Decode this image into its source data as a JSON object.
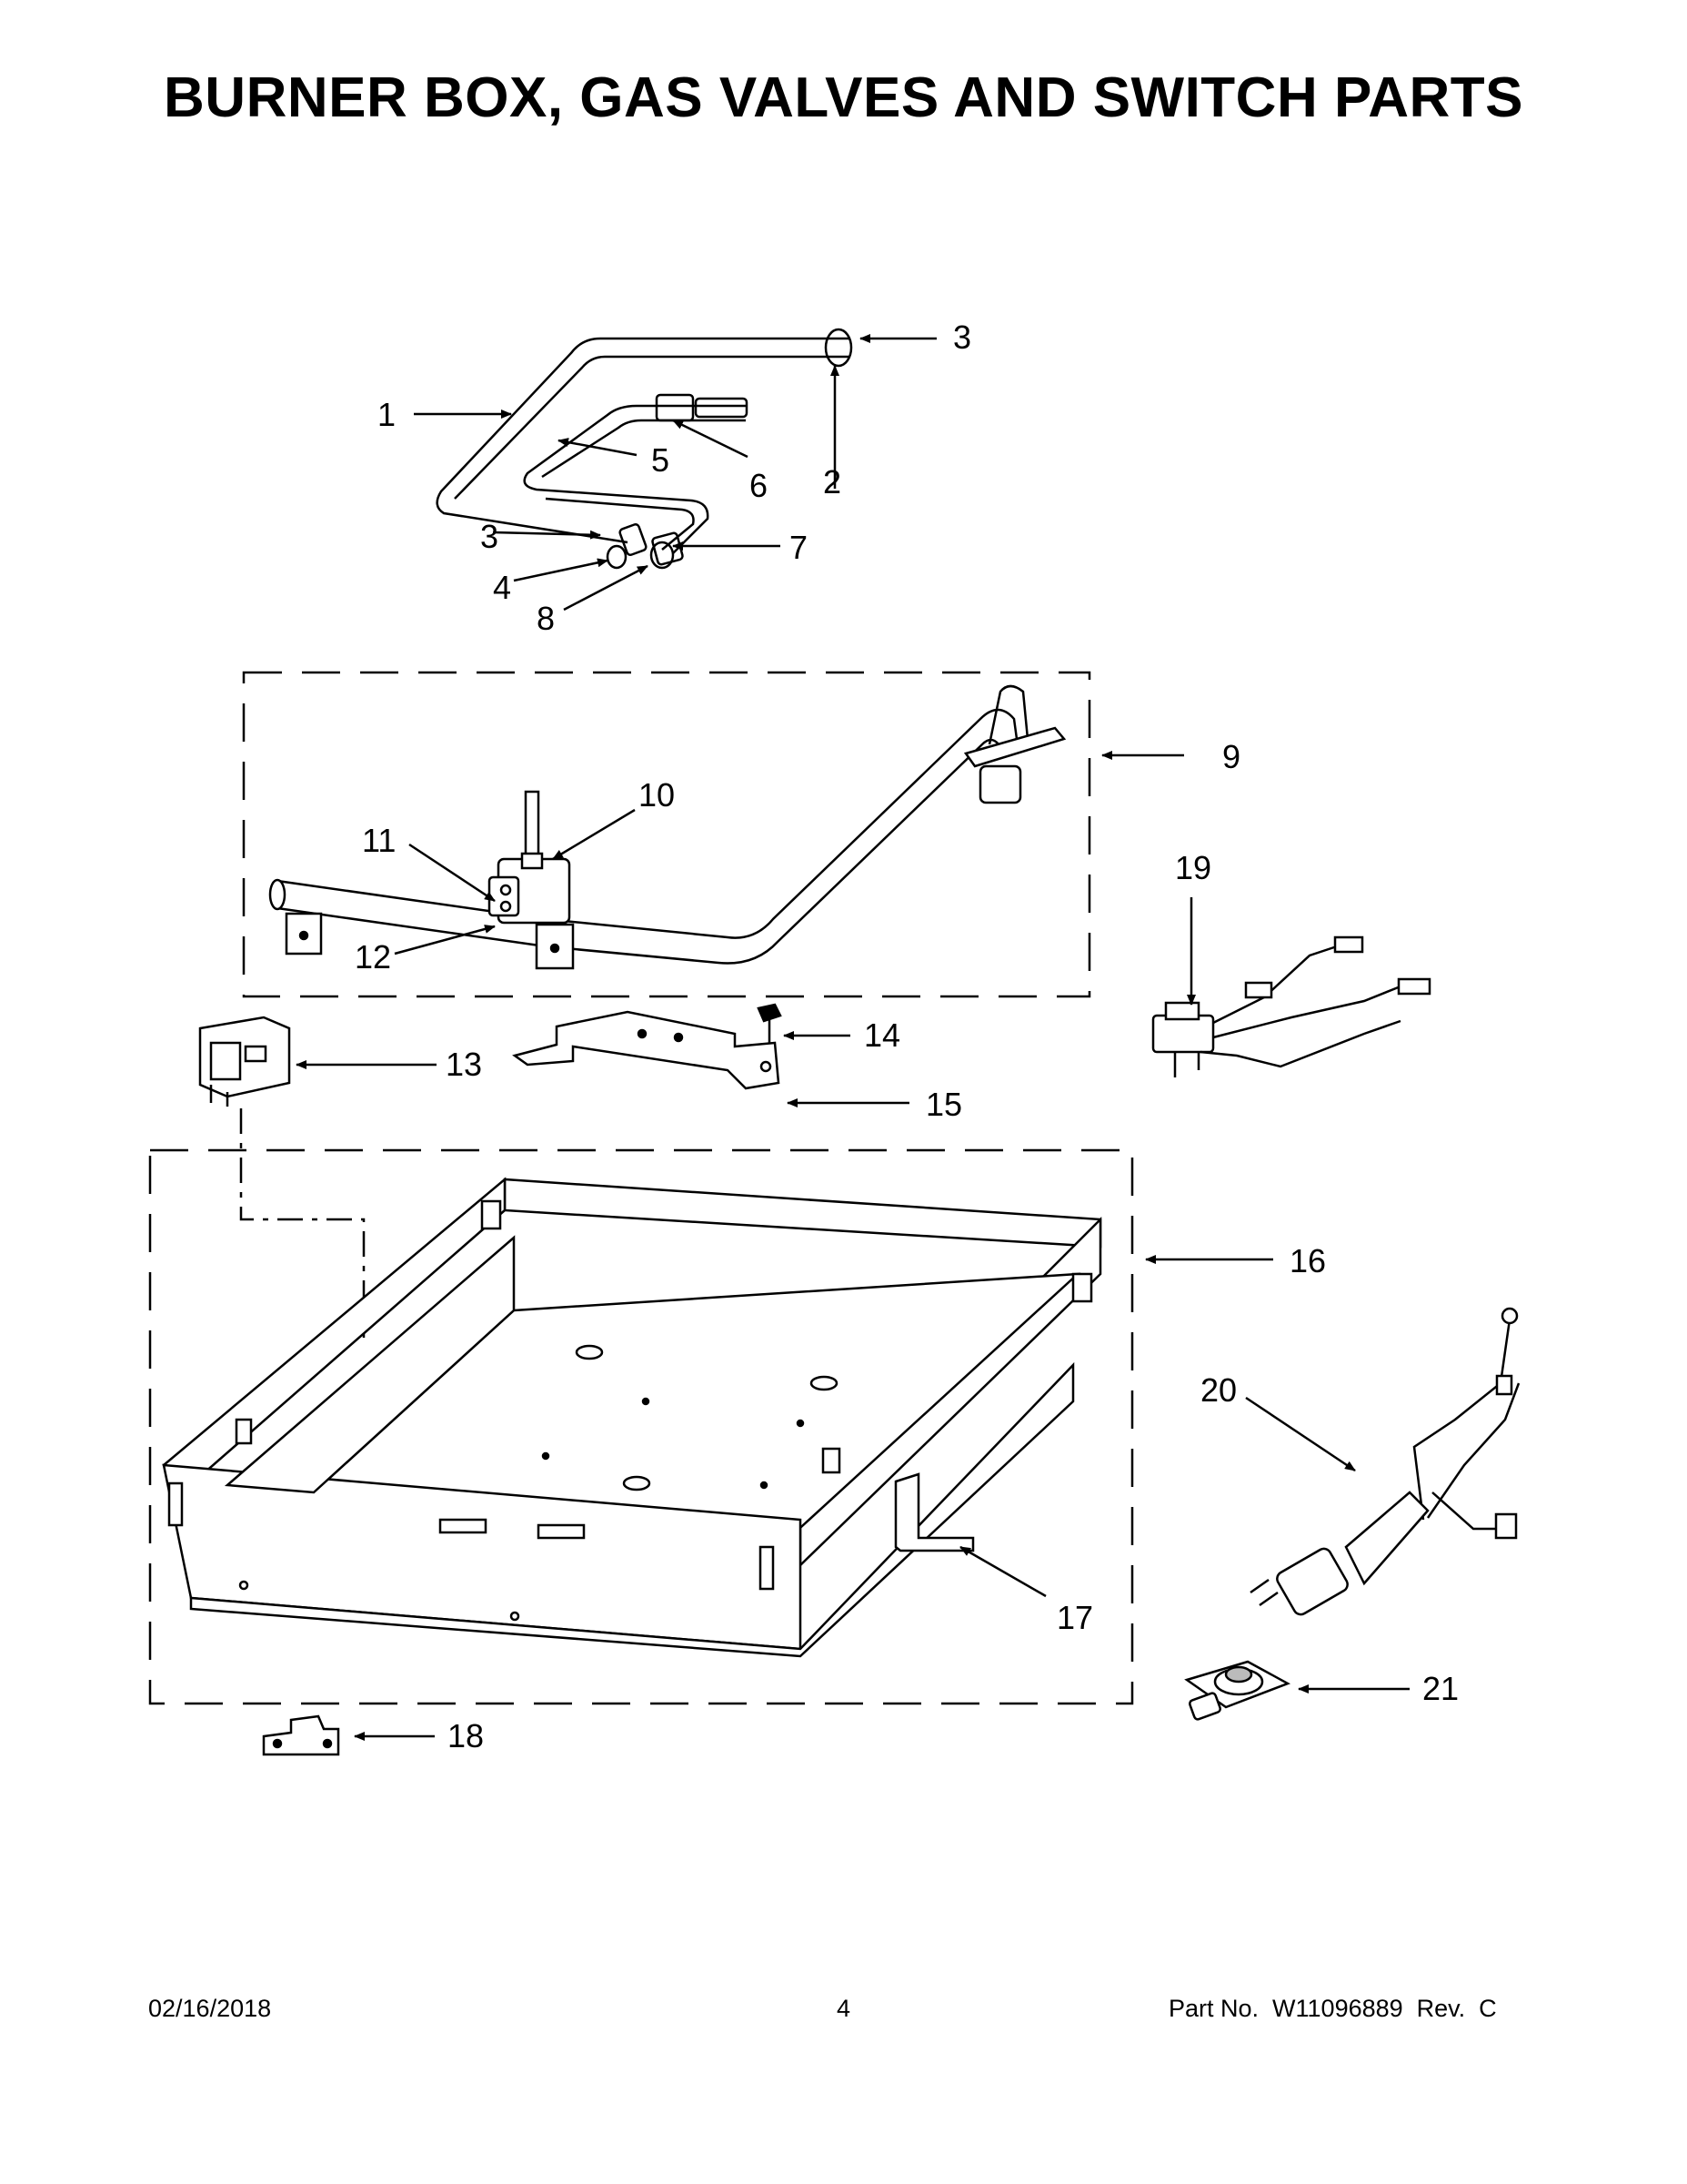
{
  "page": {
    "title": "BURNER BOX, GAS VALVES AND SWITCH PARTS",
    "footer_date": "02/16/2018",
    "footer_page": "4",
    "footer_part": "Part No.  W11096889  Rev.  C"
  },
  "callouts": [
    {
      "id": "c1",
      "label": "1"
    },
    {
      "id": "c2",
      "label": "2"
    },
    {
      "id": "c3a",
      "label": "3"
    },
    {
      "id": "c3b",
      "label": "3"
    },
    {
      "id": "c4",
      "label": "4"
    },
    {
      "id": "c5",
      "label": "5"
    },
    {
      "id": "c6",
      "label": "6"
    },
    {
      "id": "c7",
      "label": "7"
    },
    {
      "id": "c8",
      "label": "8"
    },
    {
      "id": "c9",
      "label": "9"
    },
    {
      "id": "c10",
      "label": "10"
    },
    {
      "id": "c11",
      "label": "11"
    },
    {
      "id": "c12",
      "label": "12"
    },
    {
      "id": "c13",
      "label": "13"
    },
    {
      "id": "c14",
      "label": "14"
    },
    {
      "id": "c15",
      "label": "15"
    },
    {
      "id": "c16",
      "label": "16"
    },
    {
      "id": "c17",
      "label": "17"
    },
    {
      "id": "c18",
      "label": "18"
    },
    {
      "id": "c19",
      "label": "19"
    },
    {
      "id": "c20",
      "label": "20"
    },
    {
      "id": "c21",
      "label": "21"
    }
  ]
}
